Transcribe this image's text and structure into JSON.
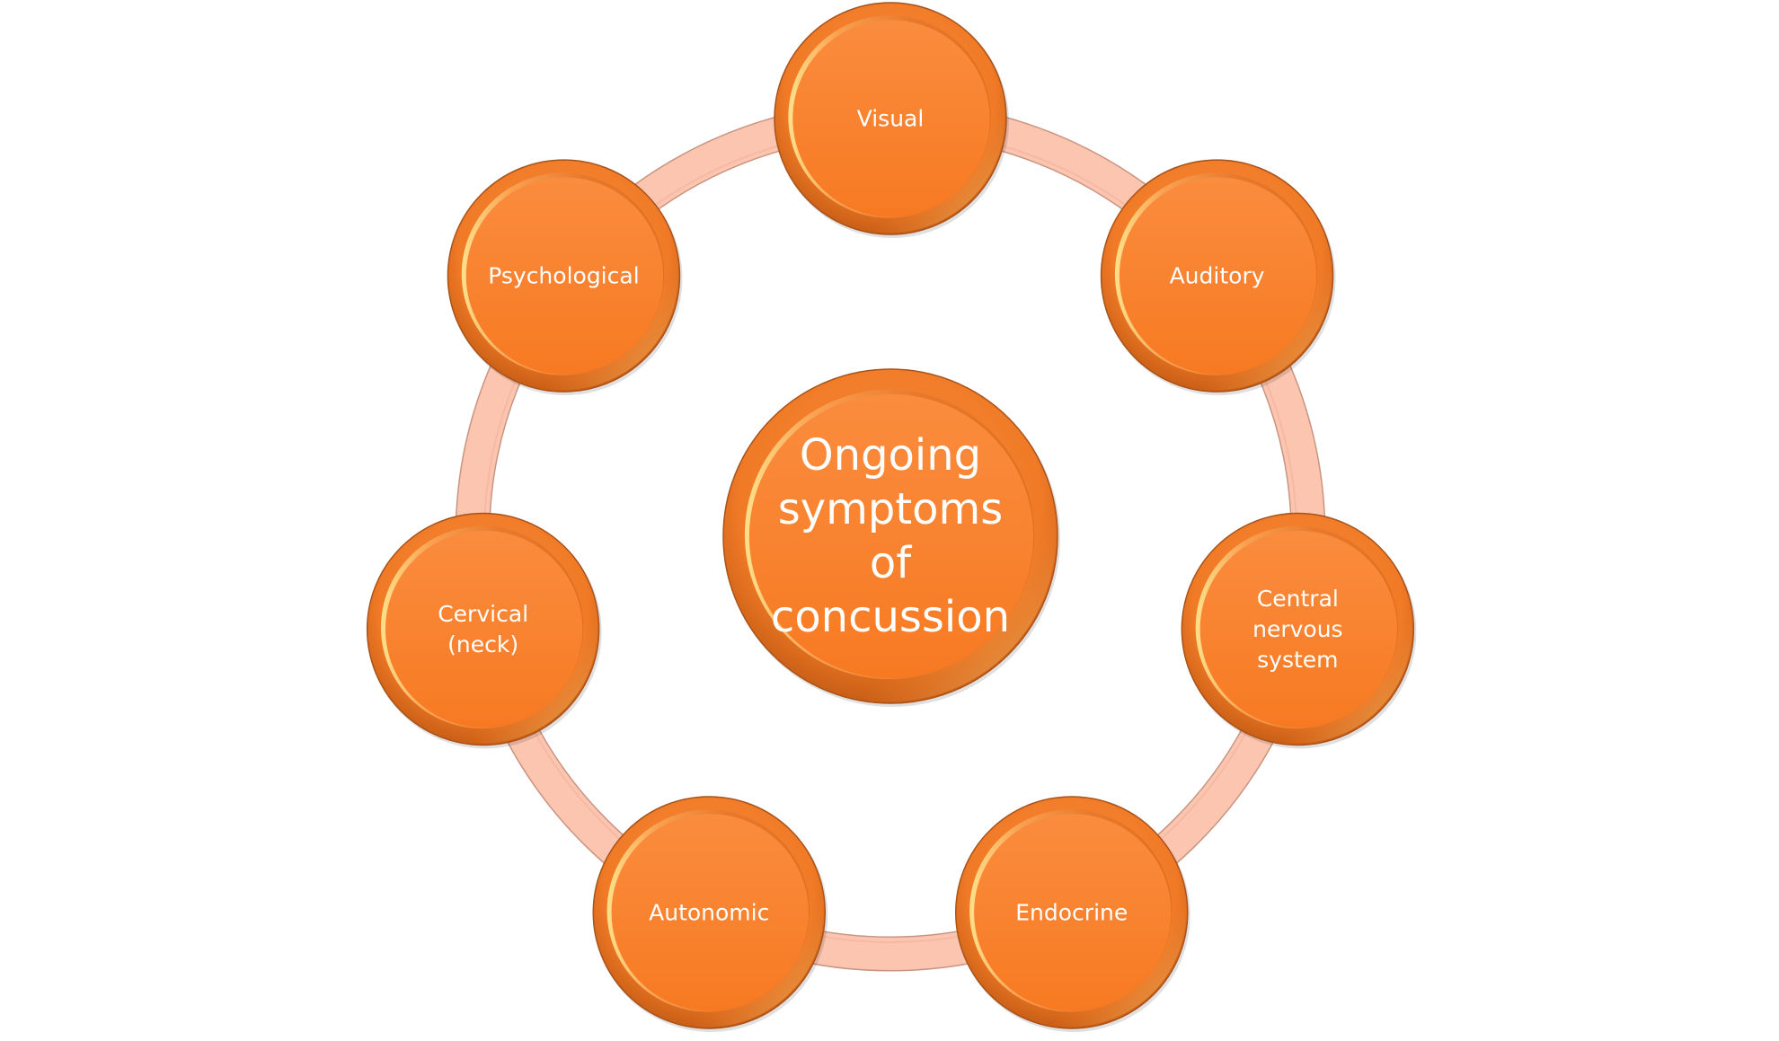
{
  "diagram": {
    "type": "cycle-hub",
    "hub": {
      "label_lines": [
        "Ongoing",
        "symptoms",
        "of",
        "concussion"
      ]
    },
    "satellites": [
      {
        "id": "visual",
        "label_lines": [
          "Visual"
        ]
      },
      {
        "id": "auditory",
        "label_lines": [
          "Auditory"
        ]
      },
      {
        "id": "central-nervous-system",
        "label_lines": [
          "Central",
          "nervous",
          "system"
        ]
      },
      {
        "id": "endocrine",
        "label_lines": [
          "Endocrine"
        ]
      },
      {
        "id": "autonomic",
        "label_lines": [
          "Autonomic"
        ]
      },
      {
        "id": "cervical",
        "label_lines": [
          "Cervical",
          "(neck)"
        ]
      },
      {
        "id": "psychological",
        "label_lines": [
          "Psychological"
        ]
      }
    ],
    "colors": {
      "node_fill": "#F8802B",
      "node_dark": "#D9651A",
      "node_light": "#FBA060",
      "highlight": "#FFE08A",
      "ring_fill": "#FBC5B0",
      "ring_edge": "#C99582",
      "text": "#FFFFFF",
      "background": "#FFFFFF"
    }
  }
}
